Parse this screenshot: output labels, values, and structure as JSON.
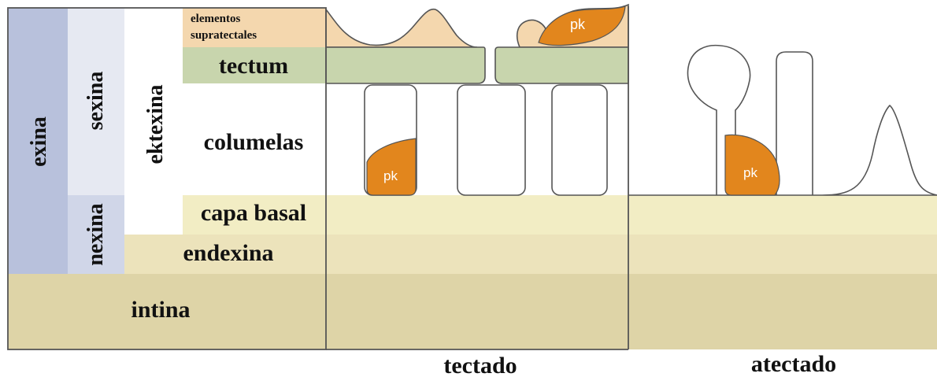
{
  "colors": {
    "exina": "#b8c1dc",
    "sexina": "#e6e9f2",
    "nexina": "#d0d6e8",
    "supratectal": "#f4d7ae",
    "tectum": "#c8d5ad",
    "capa_basal": "#f2edc4",
    "endexina": "#ece3bb",
    "intina": "#ded4a7",
    "pk": "#e2861d",
    "outline": "#555555"
  },
  "labels": {
    "exina": "exina",
    "sexina": "sexina",
    "nexina": "nexina",
    "ektexina": "ektexina",
    "elementos_supratectales_line1": "elementos",
    "elementos_supratectales_line2": "supratectales",
    "tectum": "tectum",
    "columelas": "columelas",
    "capa_basal": "capa basal",
    "endexina": "endexina",
    "intina": "intina",
    "pk": "pk",
    "tectado": "tectado",
    "atectado": "atectado"
  }
}
